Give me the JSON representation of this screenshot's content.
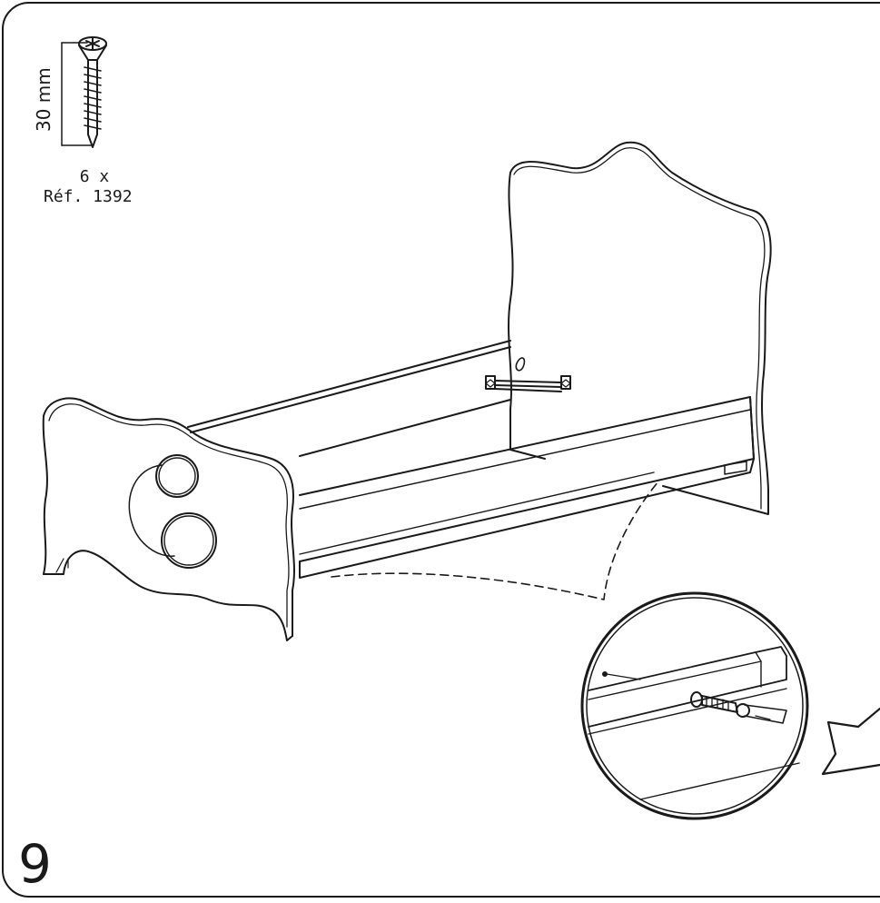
{
  "screw": {
    "length_label": "30 mm",
    "quantity": "6 x",
    "reference": "Réf. 1392"
  },
  "step_number": "9",
  "colors": {
    "line": "#1a1a1a",
    "background": "#ffffff"
  }
}
